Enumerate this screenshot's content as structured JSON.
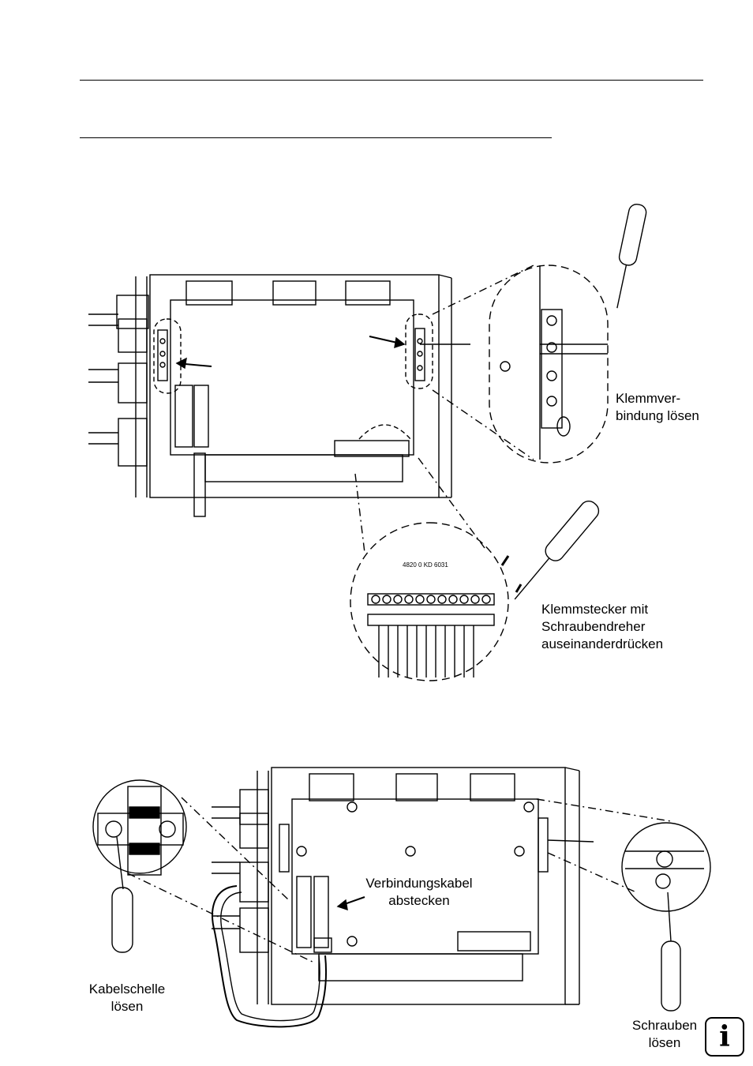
{
  "figure_top": {
    "callout_clamp": "Klemmver-\nbindung lösen",
    "callout_plug": "Klemmstecker mit\nSchraubendreher\nauseinanderdrücken",
    "part_number": "4820 0 KD 6031"
  },
  "figure_bottom": {
    "callout_cable": "Verbindungskabel\nabstecken",
    "callout_clip": "Kabelschelle\nlösen",
    "callout_screws": "Schrauben\nlösen"
  },
  "info_icon": {
    "glyph": "i",
    "icon": "info-icon"
  }
}
